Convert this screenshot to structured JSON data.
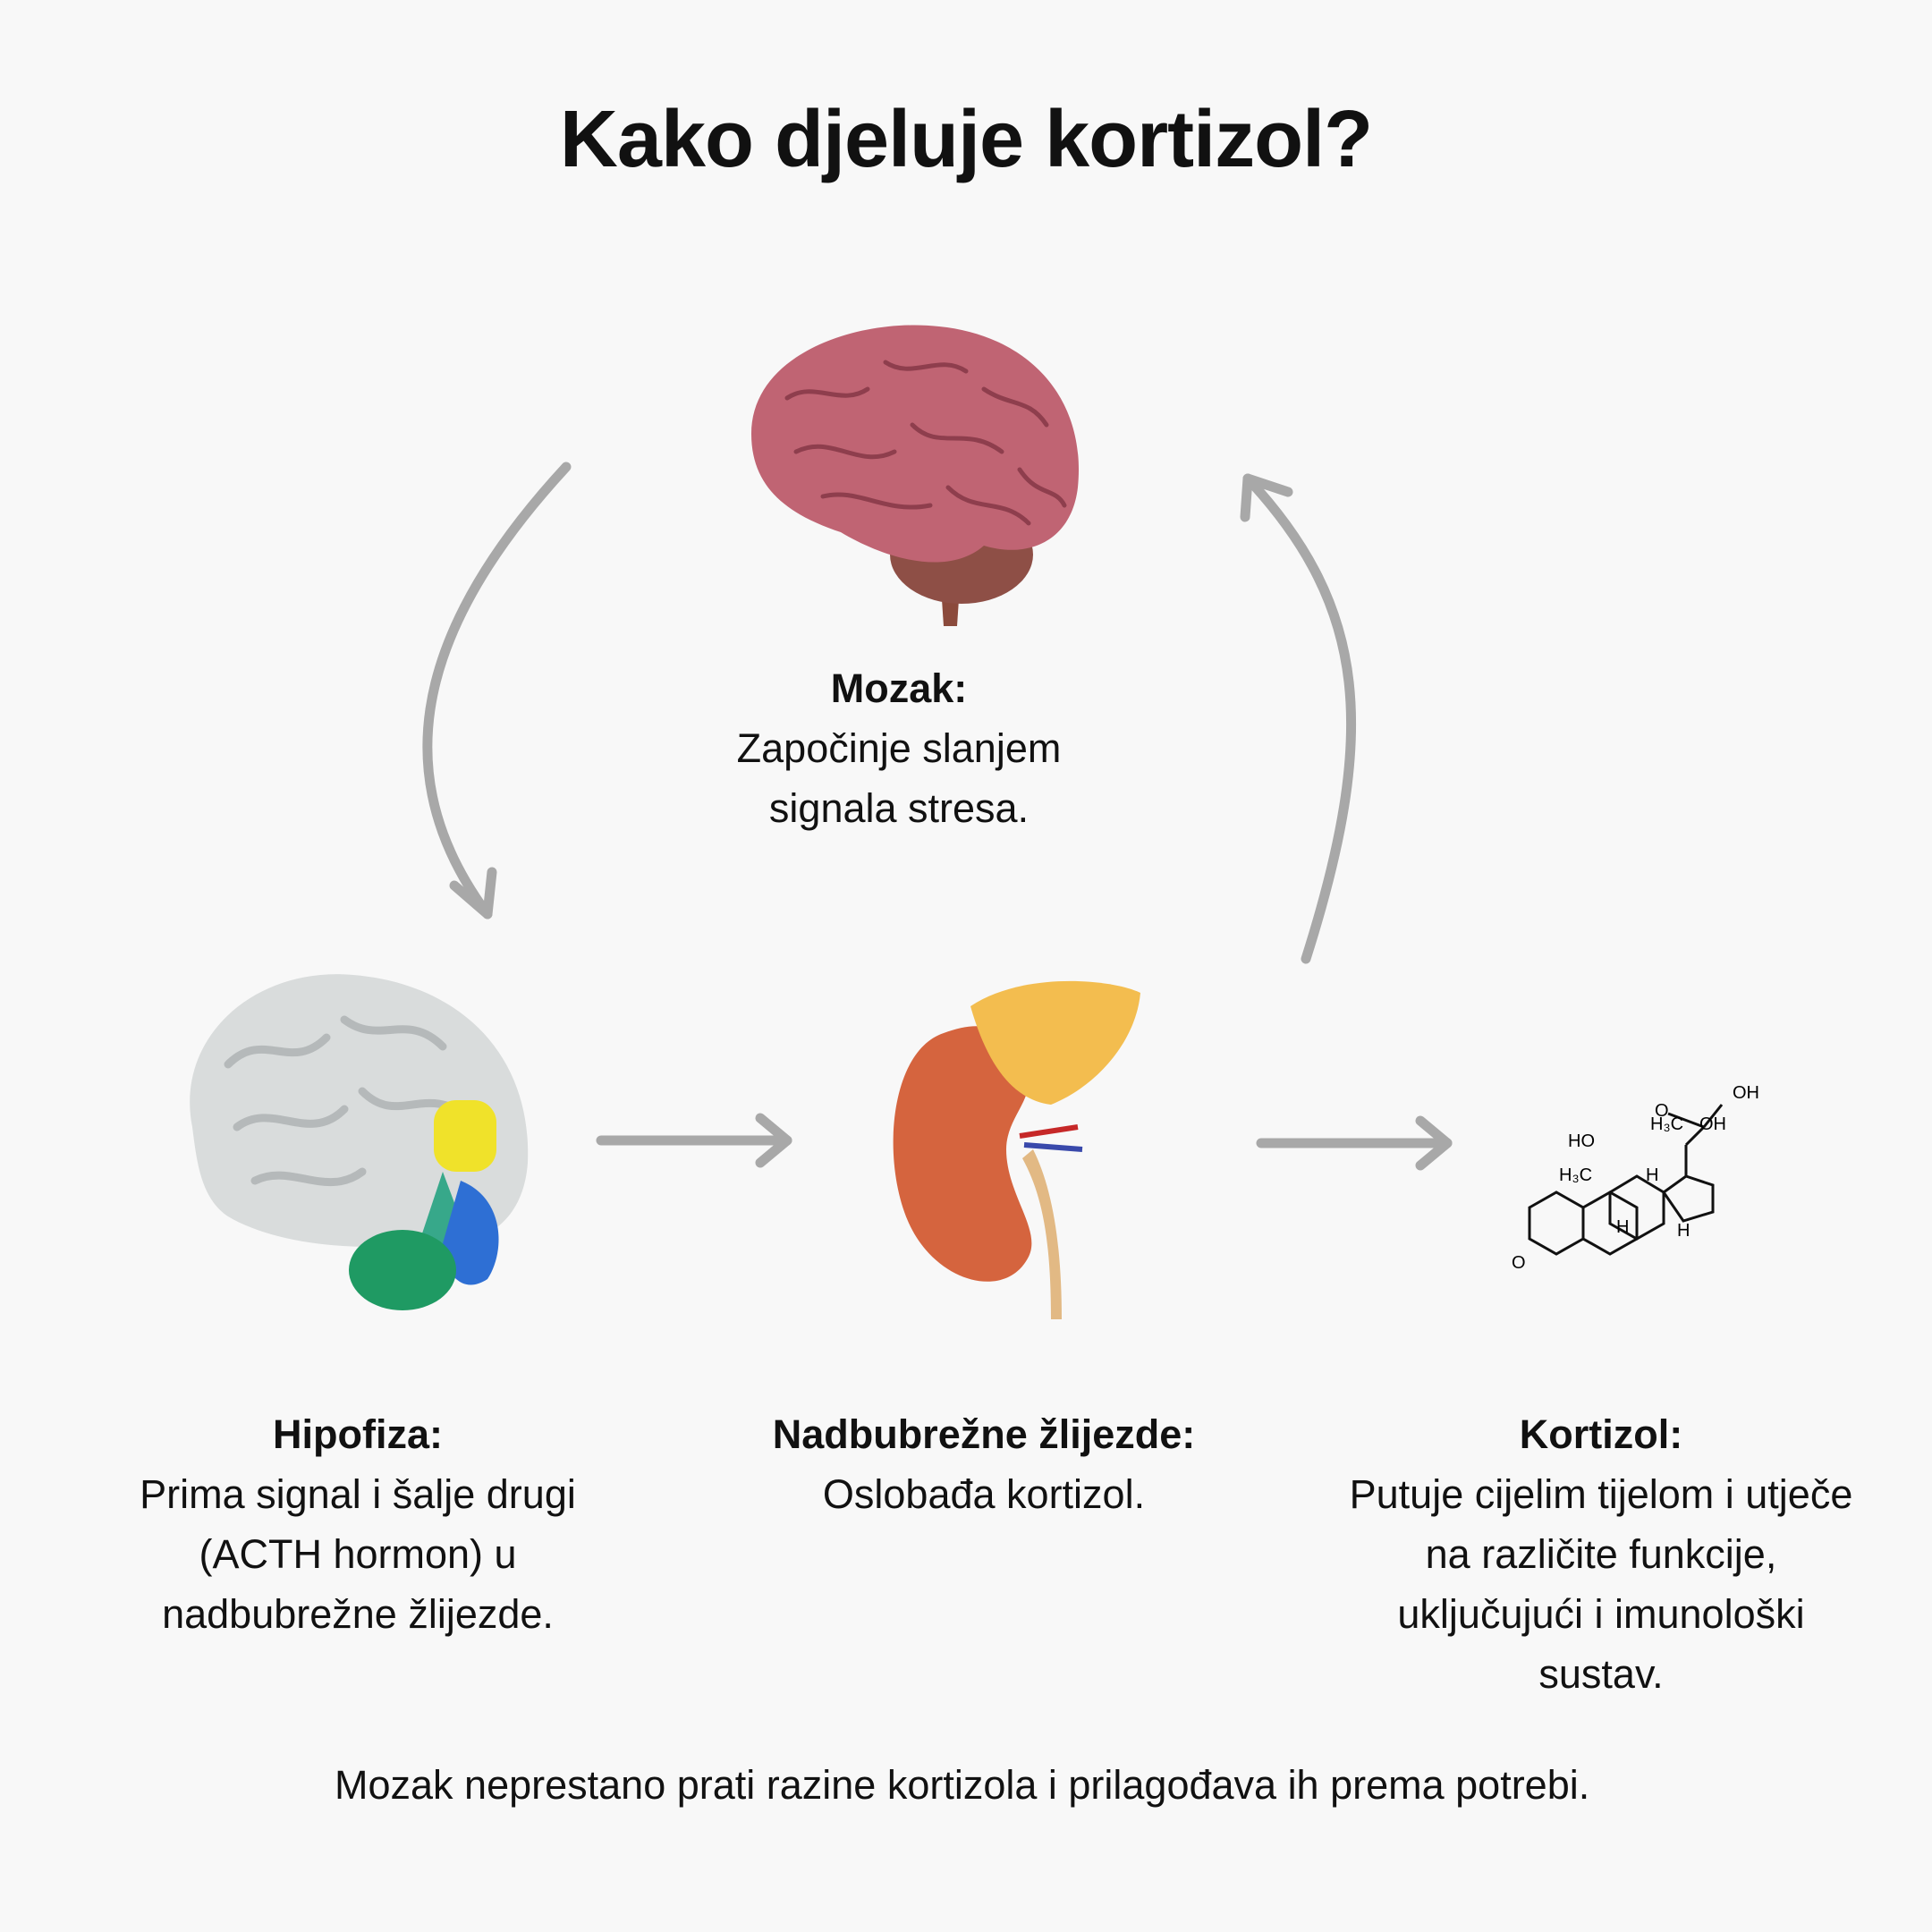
{
  "title": "Kako djeluje kortizol?",
  "steps": {
    "mozak": {
      "heading": "Mozak:",
      "lines": [
        "Započinje slanjem",
        "signala stresa."
      ]
    },
    "hipofiza": {
      "heading": "Hipofiza:",
      "lines": [
        "Prima signal i šalje drugi",
        "(ACTH hormon) u",
        "nadbubrežne žlijezde."
      ]
    },
    "nadbubrezne": {
      "heading": "Nadbubrežne žlijezde:",
      "lines": [
        "Oslobađa kortizol."
      ]
    },
    "kortizol": {
      "heading": "Kortizol:",
      "lines": [
        "Putuje cijelim tijelom i utječe",
        "na različite funkcije,",
        "uključujući i imunološki",
        "sustav."
      ]
    }
  },
  "molecule_labels": {
    "oh_top": "OH",
    "o_ketone": "O",
    "h3c_upper": "H₃C",
    "oh_side": "OH",
    "ho": "HO",
    "h3c_lower": "H₃C",
    "h_mid": "H",
    "h_left": "H",
    "h_right": "H",
    "o_ring": "O"
  },
  "footer": "Mozak neprestano prati razine kortizola i prilagođava ih prema potrebi.",
  "colors": {
    "background": "#f8f8f8",
    "arrow": "#a8a8a8",
    "text": "#111111"
  }
}
